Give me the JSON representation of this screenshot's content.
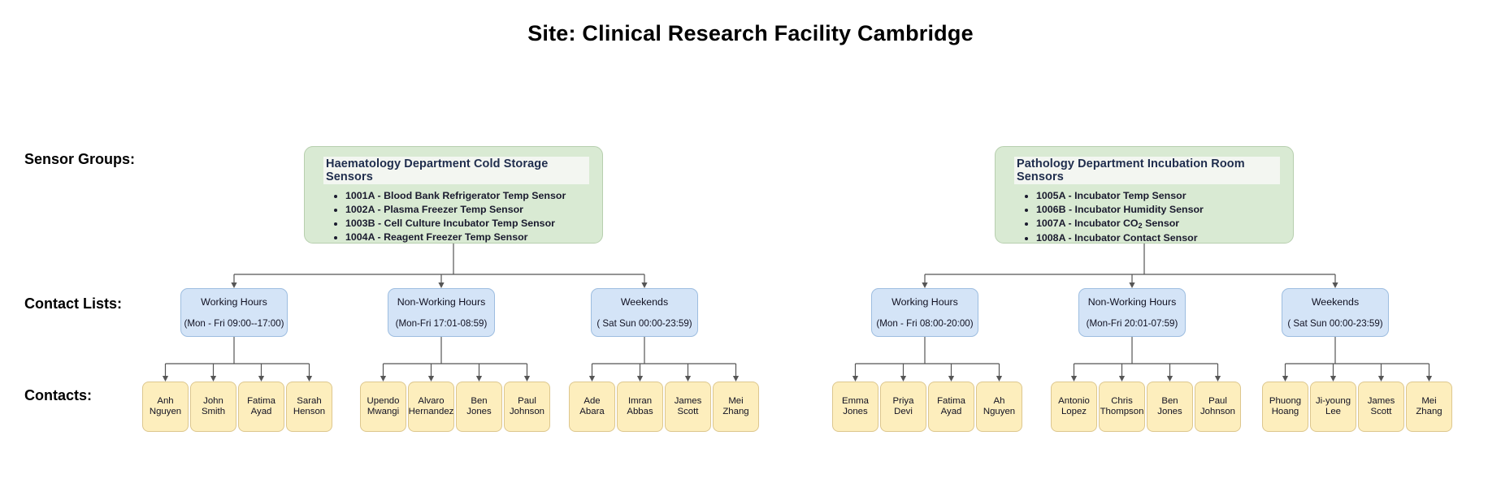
{
  "page": {
    "title": "Site: Clinical Research Facility Cambridge",
    "background": "#ffffff"
  },
  "row_labels": {
    "sensor_groups": "Sensor Groups:",
    "contact_lists": "Contact Lists:",
    "contacts": "Contacts:"
  },
  "colors": {
    "sensor_group_fill": "#d9ead3",
    "sensor_group_border": "#b7cfae",
    "contact_list_fill": "#d4e4f7",
    "contact_list_border": "#9dbde0",
    "contact_fill": "#fdeebd",
    "contact_border": "#ddc78e",
    "connector": "#555555",
    "title_text": "#000000",
    "group_title_text": "#1f2d4d"
  },
  "sensor_groups": [
    {
      "id": "haematology",
      "title": "Haematology Department Cold Storage Sensors",
      "sensors": [
        {
          "code": "1001A",
          "name": "- Blood Bank Refrigerator Temp Sensor"
        },
        {
          "code": "1002A",
          "name": "- Plasma Freezer Temp Sensor"
        },
        {
          "code": "1003B",
          "name": "- Cell Culture Incubator Temp Sensor"
        },
        {
          "code": "1004A",
          "name": "- Reagent Freezer Temp Sensor"
        }
      ],
      "contact_lists": [
        {
          "name": "Working Hours",
          "window": "(Mon - Fri  09:00--17:00)",
          "contacts": [
            "Anh Nguyen",
            "John Smith",
            "Fatima Ayad",
            "Sarah Henson"
          ]
        },
        {
          "name": "Non-Working Hours",
          "window": "(Mon-Fri 17:01-08:59)",
          "contacts": [
            "Upendo Mwangi",
            "Alvaro Hernandez",
            "Ben Jones",
            "Paul Johnson"
          ]
        },
        {
          "name": "Weekends",
          "window": "( Sat Sun 00:00-23:59)",
          "contacts": [
            "Ade Abara",
            "Imran Abbas",
            "James Scott",
            "Mei Zhang"
          ]
        }
      ]
    },
    {
      "id": "pathology",
      "title": "Pathology Department Incubation Room Sensors",
      "sensors": [
        {
          "code": "1005A",
          "name": "- Incubator Temp Sensor"
        },
        {
          "code": "1006B",
          "name": "- Incubator Humidity Sensor"
        },
        {
          "code": "1007A",
          "name": "- Incubator CO2 Sensor",
          "subscript": true
        },
        {
          "code": "1008A",
          "name": "- Incubator Contact Sensor"
        }
      ],
      "contact_lists": [
        {
          "name": "Working Hours",
          "window": "(Mon - Fri  08:00-20:00)",
          "contacts": [
            "Emma Jones",
            "Priya Devi",
            "Fatima Ayad",
            "Ah Nguyen"
          ]
        },
        {
          "name": "Non-Working Hours",
          "window": "(Mon-Fri 20:01-07:59)",
          "contacts": [
            "Antonio Lopez",
            "Chris Thompson",
            "Ben Jones",
            "Paul Johnson"
          ]
        },
        {
          "name": "Weekends",
          "window": "( Sat Sun 00:00-23:59)",
          "contacts": [
            "Phuong Hoang",
            "Ji-young Lee",
            "James Scott",
            "Mei Zhang"
          ]
        }
      ]
    }
  ]
}
